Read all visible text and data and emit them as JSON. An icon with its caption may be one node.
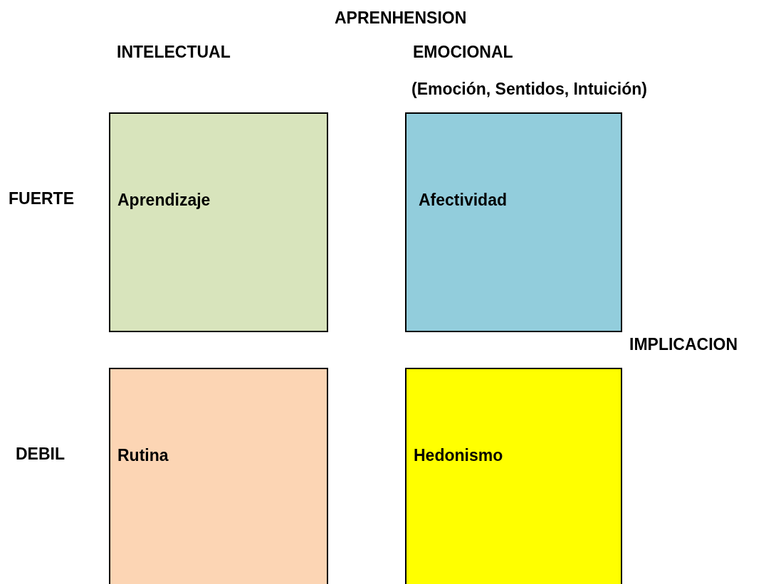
{
  "diagram": {
    "nodes": [
      {
        "text": [
          "Aprendizaje"
        ]
      },
      {
        "text": [
          "Afectividad"
        ]
      },
      {
        "text": [
          "Rutina"
        ]
      },
      {
        "text": [
          "Hedonismo"
        ]
      }
    ],
    "labels": [
      "APRENHENSION",
      "INTELECTUAL",
      "EMOCIONAL",
      "(Emoción, Sentidos, Intuición)",
      "FUERTE",
      "IMPLICACION",
      "DEBIL"
    ]
  }
}
